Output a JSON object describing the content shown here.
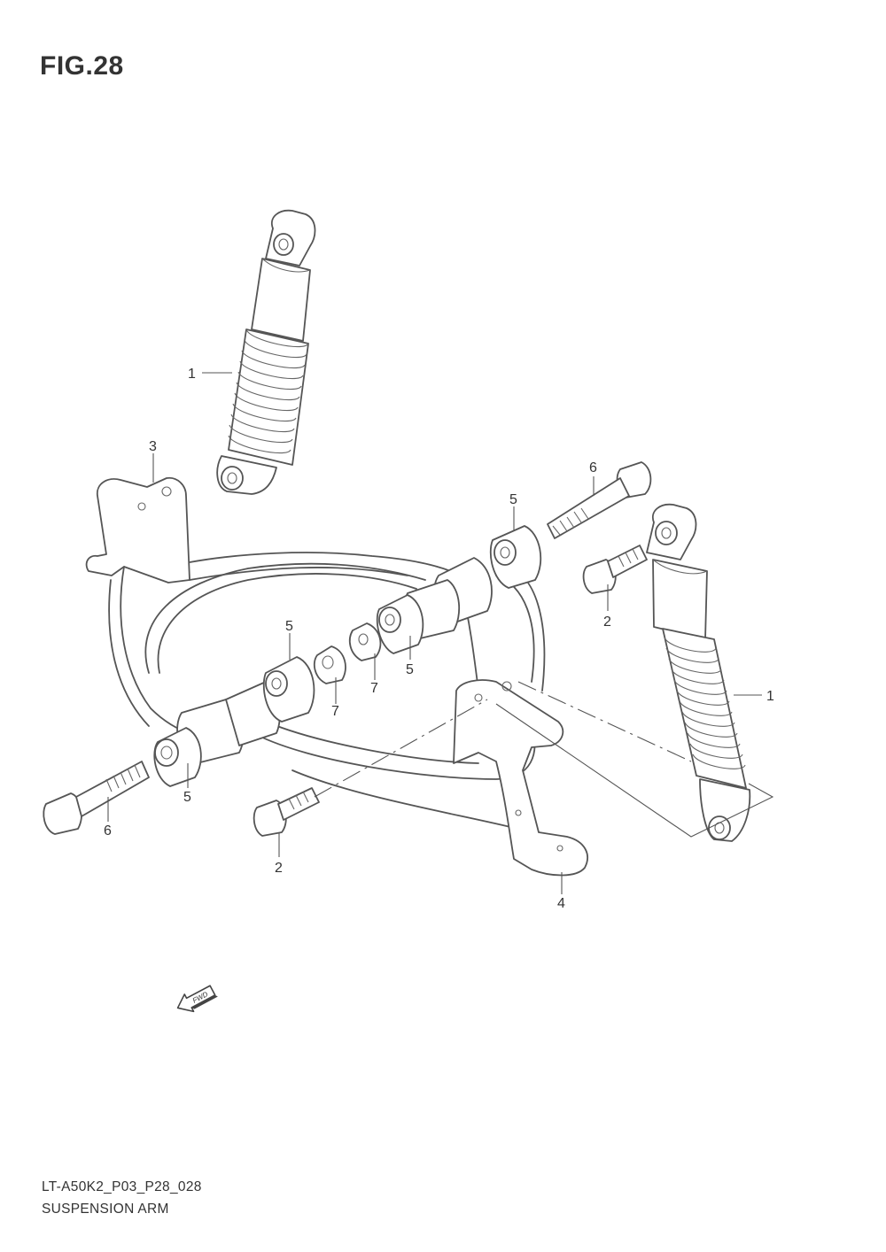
{
  "figure": {
    "title": "FIG.28"
  },
  "callouts": [
    {
      "id": "c1a",
      "label": "1"
    },
    {
      "id": "c1b",
      "label": "1"
    },
    {
      "id": "c2a",
      "label": "2"
    },
    {
      "id": "c2b",
      "label": "2"
    },
    {
      "id": "c3",
      "label": "3"
    },
    {
      "id": "c4",
      "label": "4"
    },
    {
      "id": "c5a",
      "label": "5"
    },
    {
      "id": "c5b",
      "label": "5"
    },
    {
      "id": "c5c",
      "label": "5"
    },
    {
      "id": "c5d",
      "label": "5"
    },
    {
      "id": "c6a",
      "label": "6"
    },
    {
      "id": "c6b",
      "label": "6"
    },
    {
      "id": "c7a",
      "label": "7"
    },
    {
      "id": "c7b",
      "label": "7"
    }
  ],
  "fwd_arrow": {
    "label": "FWD",
    "icon": "forward-arrow-icon"
  },
  "footer": {
    "code": "LT-A50K2_P03_P28_028",
    "name": "SUSPENSION ARM"
  }
}
